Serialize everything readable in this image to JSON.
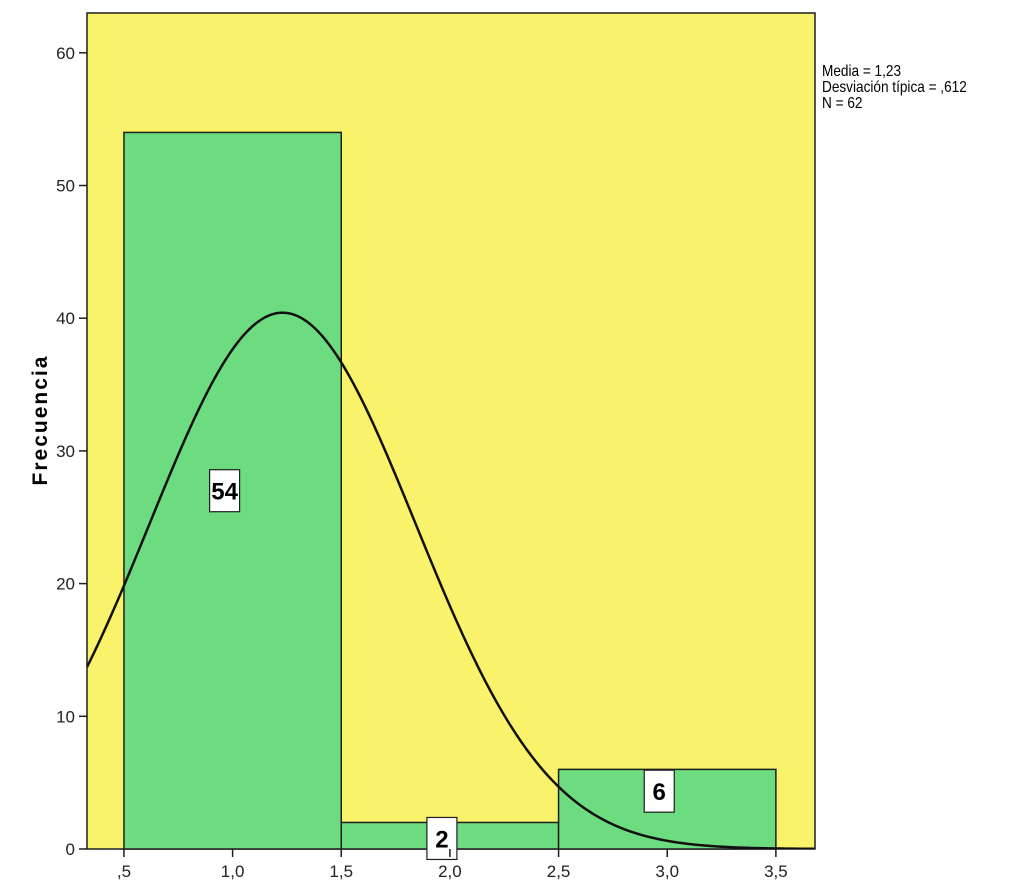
{
  "chart_data": {
    "type": "bar",
    "subtype": "histogram",
    "bins": [
      {
        "from": 0.5,
        "to": 1.5,
        "value": 54,
        "label": "54"
      },
      {
        "from": 1.5,
        "to": 2.5,
        "value": 2,
        "label": "2"
      },
      {
        "from": 2.5,
        "to": 3.5,
        "value": 6,
        "label": "6"
      }
    ],
    "normal_curve": {
      "mean": 1.23,
      "sd": 0.612,
      "n": 62,
      "bin_width": 1
    },
    "xlim": [
      0.33,
      3.68
    ],
    "ylim": [
      0,
      63
    ],
    "xticks": [
      {
        "value": 0.5,
        "label": ",5"
      },
      {
        "value": 1.0,
        "label": "1,0"
      },
      {
        "value": 1.5,
        "label": "1,5"
      },
      {
        "value": 2.0,
        "label": "2,0"
      },
      {
        "value": 2.5,
        "label": "2,5"
      },
      {
        "value": 3.0,
        "label": "3,0"
      },
      {
        "value": 3.5,
        "label": "3,5"
      }
    ],
    "yticks": [
      {
        "value": 0,
        "label": "0"
      },
      {
        "value": 10,
        "label": "10"
      },
      {
        "value": 20,
        "label": "20"
      },
      {
        "value": 30,
        "label": "30"
      },
      {
        "value": 40,
        "label": "40"
      },
      {
        "value": 50,
        "label": "50"
      },
      {
        "value": 60,
        "label": "60"
      }
    ],
    "xlabel": "",
    "ylabel": "Frecuencia",
    "stats": {
      "mean": "Media = 1,23",
      "sd": "Desviación típica = ,612",
      "n": "N = 62"
    },
    "colors": {
      "plot_background": "#f8f36a",
      "bar_fill": "#6ddc80",
      "bar_stroke": "#1e1e1e",
      "curve": "#111111",
      "label_box": "#ffffff"
    },
    "grid": false
  }
}
